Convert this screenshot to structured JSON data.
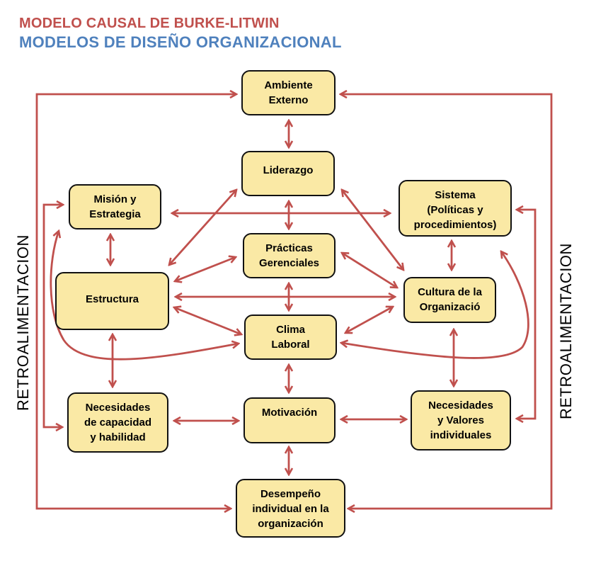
{
  "title": {
    "line1": "MODELO CAUSAL DE BURKE-LITWIN",
    "line2": "MODELOS DE DISEÑO ORGANIZACIONAL"
  },
  "colors": {
    "title_primary": "#c0504d",
    "title_secondary": "#4f81bd",
    "arrow": "#c0504d",
    "node_fill": "#fae9a5",
    "node_border": "#111111"
  },
  "side_labels": {
    "left": "RETROALIMENTACION",
    "right": "RETROALIMENTACION"
  },
  "nodes": {
    "ambiente_externo": "Ambiente\nExterno",
    "liderazgo": "Liderazgo",
    "mision_estrategia": "Misión y\nEstrategia",
    "sistema": "Sistema\n(Políticas y\nprocedimientos)",
    "practicas_gerenciales": "Prácticas\nGerenciales",
    "estructura": "Estructura",
    "cultura": "Cultura de la\nOrganizació",
    "clima_laboral": "Clima\nLaboral",
    "necesidades_capacidad": "Necesidades\nde capacidad\ny habilidad",
    "motivacion": "Motivación",
    "necesidades_valores": "Necesidades\ny Valores\nindividuales",
    "desempeno": "Desempeño\nindividual en la\norganización"
  },
  "connections": [
    {
      "from": "ambiente_externo",
      "to": "liderazgo",
      "type": "bidirectional"
    },
    {
      "from": "liderazgo",
      "to": "practicas_gerenciales",
      "type": "bidirectional"
    },
    {
      "from": "liderazgo",
      "to": "estructura",
      "type": "bidirectional"
    },
    {
      "from": "liderazgo",
      "to": "cultura",
      "type": "bidirectional"
    },
    {
      "from": "mision_estrategia",
      "to": "sistema",
      "type": "bidirectional"
    },
    {
      "from": "mision_estrategia",
      "to": "estructura",
      "type": "bidirectional"
    },
    {
      "from": "sistema",
      "to": "cultura",
      "type": "bidirectional"
    },
    {
      "from": "practicas_gerenciales",
      "to": "estructura",
      "type": "bidirectional"
    },
    {
      "from": "practicas_gerenciales",
      "to": "cultura",
      "type": "bidirectional"
    },
    {
      "from": "practicas_gerenciales",
      "to": "clima_laboral",
      "type": "bidirectional"
    },
    {
      "from": "estructura",
      "to": "cultura",
      "type": "bidirectional"
    },
    {
      "from": "estructura",
      "to": "clima_laboral",
      "type": "bidirectional"
    },
    {
      "from": "estructura",
      "to": "necesidades_capacidad",
      "type": "bidirectional"
    },
    {
      "from": "cultura",
      "to": "clima_laboral",
      "type": "bidirectional"
    },
    {
      "from": "cultura",
      "to": "necesidades_valores",
      "type": "bidirectional"
    },
    {
      "from": "clima_laboral",
      "to": "motivacion",
      "type": "bidirectional"
    },
    {
      "from": "clima_laboral",
      "to": "mision_estrategia",
      "type": "bidirectional-curve"
    },
    {
      "from": "clima_laboral",
      "to": "sistema",
      "type": "bidirectional-curve"
    },
    {
      "from": "necesidades_capacidad",
      "to": "motivacion",
      "type": "bidirectional"
    },
    {
      "from": "motivacion",
      "to": "necesidades_valores",
      "type": "bidirectional"
    },
    {
      "from": "motivacion",
      "to": "desempeno",
      "type": "bidirectional"
    },
    {
      "from": "desempeno",
      "to": "ambiente_externo",
      "type": "feedback-left"
    },
    {
      "from": "desempeno",
      "to": "ambiente_externo",
      "type": "feedback-right"
    },
    {
      "from": "mision_estrategia",
      "to": "necesidades_capacidad",
      "type": "bracket-left"
    },
    {
      "from": "sistema",
      "to": "necesidades_valores",
      "type": "bracket-right"
    }
  ]
}
